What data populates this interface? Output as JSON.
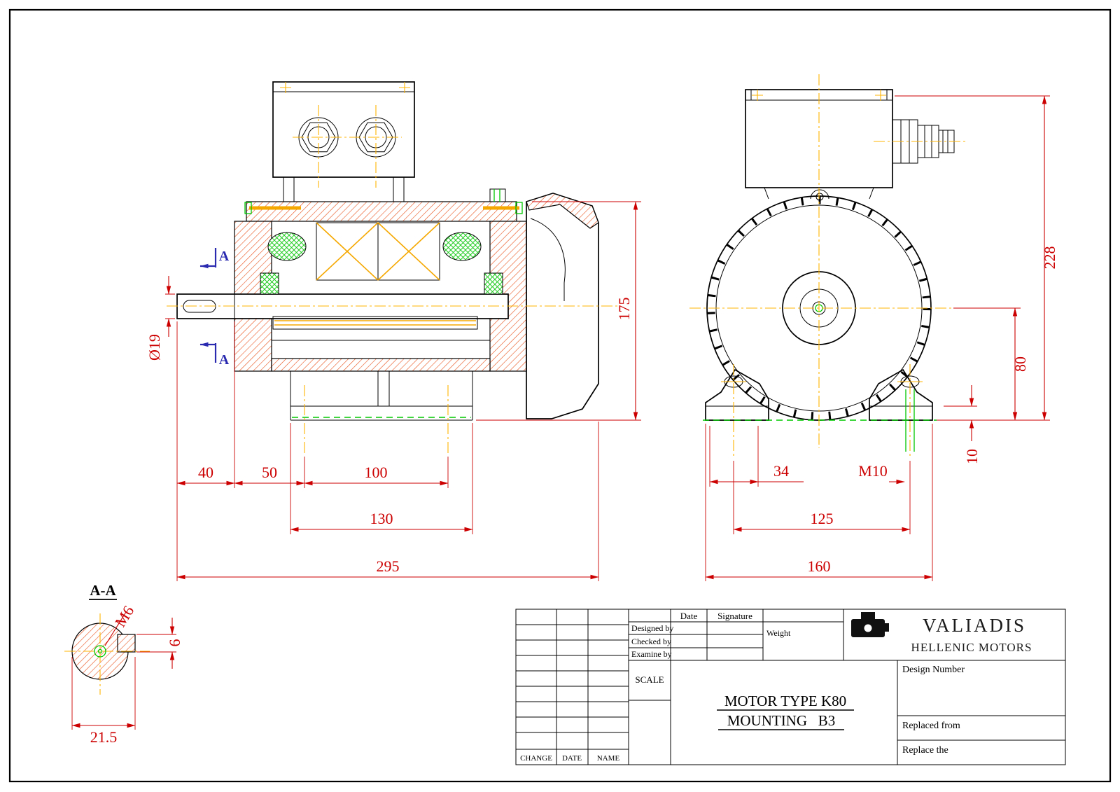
{
  "colors": {
    "dimension": "#cc0000",
    "centerline": "#ffb400",
    "hatch": "#e8501a",
    "green": "#00c800",
    "section_marker": "#2a2ab0",
    "outline": "#000000"
  },
  "side_view": {
    "section_arrow_label": "A",
    "dim_shaft_diameter": "Ø19",
    "dim_height": "175",
    "dim_40": "40",
    "dim_50": "50",
    "dim_100": "100",
    "dim_130": "130",
    "dim_295": "295"
  },
  "front_view": {
    "dim_total_height": "228",
    "dim_shaft_height": "80",
    "dim_foot_thickness": "10",
    "dim_foot_width": "34",
    "dim_foot_tap": "M10",
    "dim_foot_span": "125",
    "dim_overall_width": "160"
  },
  "section_view": {
    "label": "A-A",
    "dim_tap": "M6",
    "dim_key_width": "6",
    "dim_flat_height": "21.5"
  },
  "title_block": {
    "date_header": "Date",
    "signature_header": "Signature",
    "designed_by": "Designed by",
    "checked_by": "Checked by",
    "examine_by": "Examine by",
    "weight": "Weight",
    "scale": "SCALE",
    "motor_type": "MOTOR TYPE K80",
    "mounting": "MOUNTING   B3",
    "brand": "VALIADIS",
    "brand_subtitle": "HELLENIC MOTORS",
    "design_number": "Design Number",
    "replaced_from": "Replaced from",
    "replace_the": "Replace the",
    "change_col": "CHANGE",
    "date_col": "DATE",
    "name_col": "NAME"
  }
}
